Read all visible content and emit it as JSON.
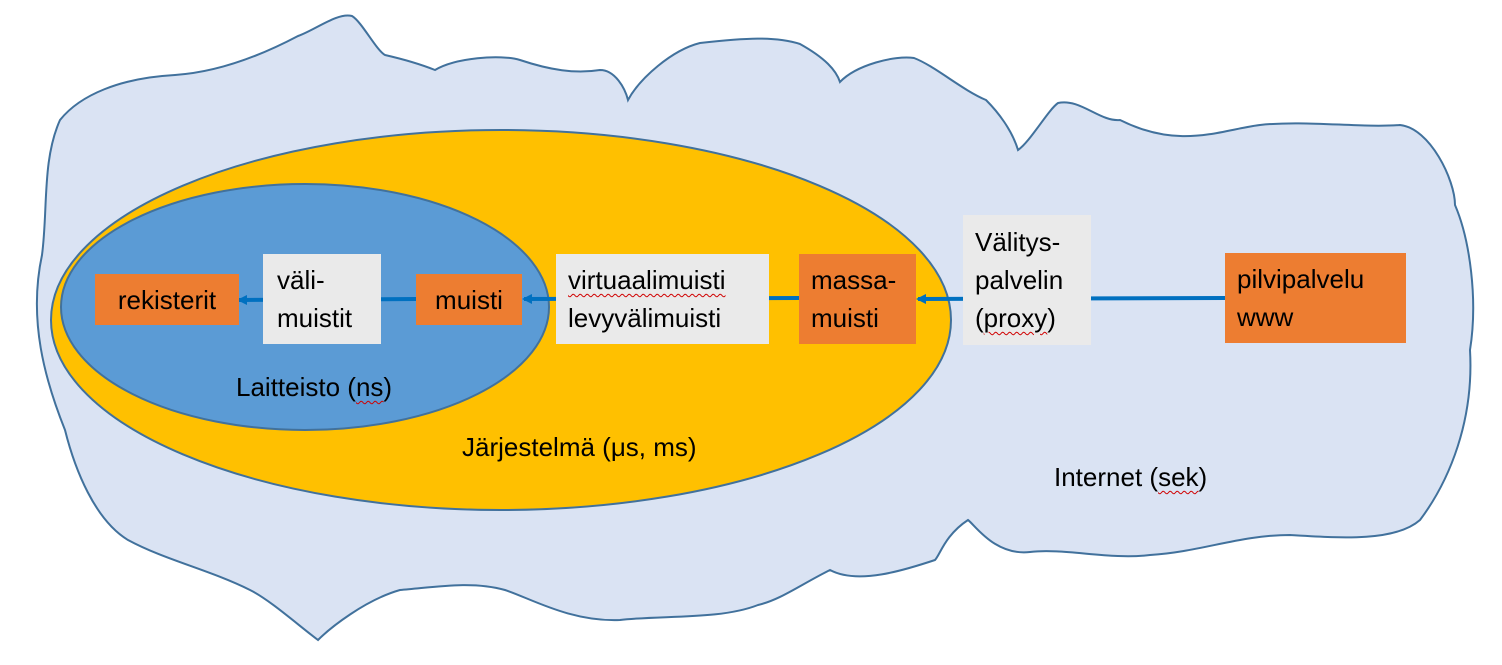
{
  "regions": {
    "internet": {
      "label": "Internet (",
      "label_marked": "sek",
      "label_end": ")"
    },
    "system": {
      "label": "Järjestelmä (μs, ms)"
    },
    "hardware": {
      "label": "Laitteisto (",
      "label_marked": "ns",
      "label_end": ")"
    }
  },
  "nodes": {
    "registers": {
      "label": "rekisterit"
    },
    "cache": {
      "line1": "väli-",
      "line2": "muistit"
    },
    "memory": {
      "label": "muisti"
    },
    "virtual": {
      "line1": "virtuaalimuisti",
      "line2": "levyvälimuisti"
    },
    "mass": {
      "line1": "massa-",
      "line2": "muisti"
    },
    "proxy": {
      "line1": "Välitys-",
      "line2": "palvelin",
      "line3_open": "(",
      "line3_marked": "proxy",
      "line3_close": ")"
    },
    "cloud": {
      "line1": "pilvipalvelu",
      "line2": "www"
    }
  },
  "colors": {
    "cloud_fill": "#dae3f3",
    "cloud_stroke": "#41719c",
    "system_fill": "#ffc000",
    "hardware_fill": "#5b9bd5",
    "node_fill": "#ed7d31",
    "label_fill": "#eaeaea",
    "arrow": "#0070c0"
  }
}
